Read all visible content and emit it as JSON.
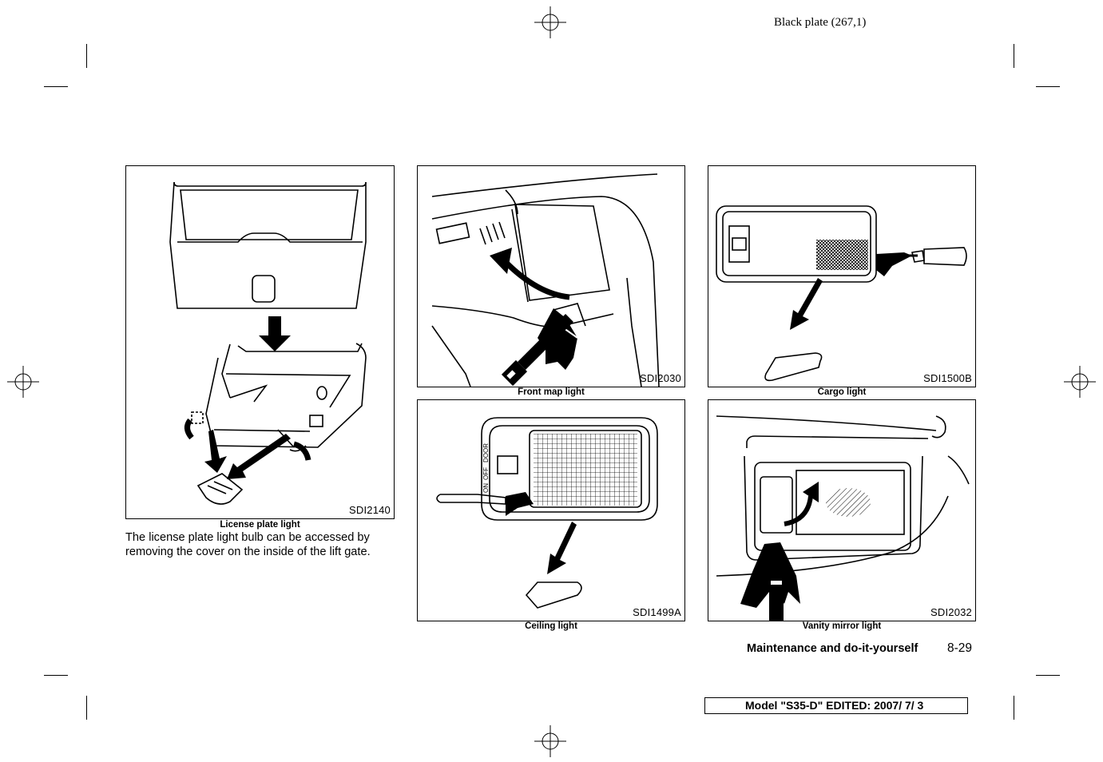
{
  "header": {
    "plate": "Black plate (267,1)"
  },
  "figures": {
    "license": {
      "code": "SDI2140",
      "caption": "License plate light"
    },
    "front_map": {
      "code": "SDI2030",
      "caption": "Front map light"
    },
    "cargo": {
      "code": "SDI1500B",
      "caption": "Cargo light"
    },
    "ceiling": {
      "code": "SDI1499A",
      "caption": "Ceiling light",
      "switch_labels": [
        "DOOR",
        "OFF",
        "ON"
      ]
    },
    "vanity": {
      "code": "SDI2032",
      "caption": "Vanity mirror light"
    }
  },
  "body_text": "The license plate light bulb can be accessed by removing the cover on the inside of the lift gate.",
  "footer": {
    "section": "Maintenance and do-it-yourself",
    "page": "8-29",
    "model": "Model \"S35-D\"  EDITED:  2007/ 7/ 3"
  }
}
